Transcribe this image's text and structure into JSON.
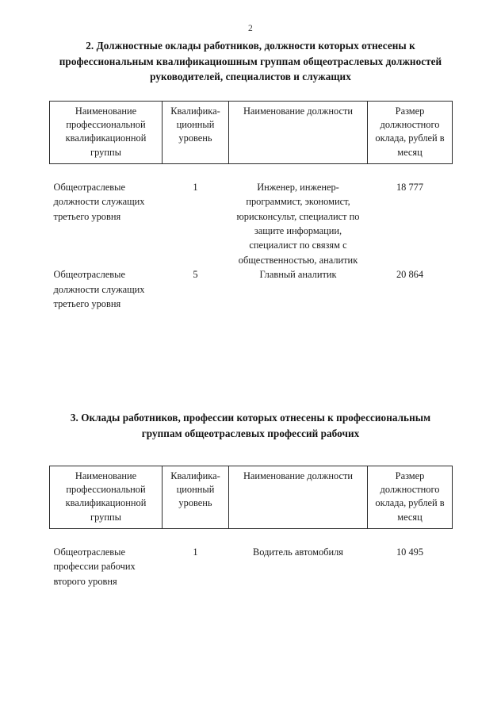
{
  "page": {
    "number": "2"
  },
  "sections": [
    {
      "heading": "2. Должностные оклады работников, должности которых отнесены к профессиональным квалификациошным группам общеотраслевых должностей руководителей, специалистов и служащих",
      "table": {
        "columns": [
          "Наименование профессиональной квалификационной группы",
          "Квалифика-ционный уровень",
          "Наименование должности",
          "Размер должностного оклада, рублей в месяц"
        ],
        "rows": [
          {
            "group": "Общеотраслевые должности служащих третьего уровня",
            "level": "1",
            "position": "Инженер, инженер-программист, экономист, юрисконсульт, специалист по защите информации, специалист по связям с общественностью, аналитик",
            "amount": "18 777"
          },
          {
            "group": "Общеотраслевые должности служащих третьего уровня",
            "level": "5",
            "position": "Главный аналитик",
            "amount": "20 864"
          }
        ]
      }
    },
    {
      "heading": "3. Оклады работников, профессии которых отнесены к профессиональным группам общеотраслевых профессий рабочих",
      "table": {
        "columns": [
          "Наименование профессиональной квалификационной группы",
          "Квалифика-ционный уровень",
          "Наименование должности",
          "Размер должностного оклада, рублей в месяц"
        ],
        "rows": [
          {
            "group": "Общеотраслевые профессии рабочих второго уровня",
            "level": "1",
            "position": "Водитель автомобиля",
            "amount": "10 495"
          }
        ]
      }
    }
  ]
}
